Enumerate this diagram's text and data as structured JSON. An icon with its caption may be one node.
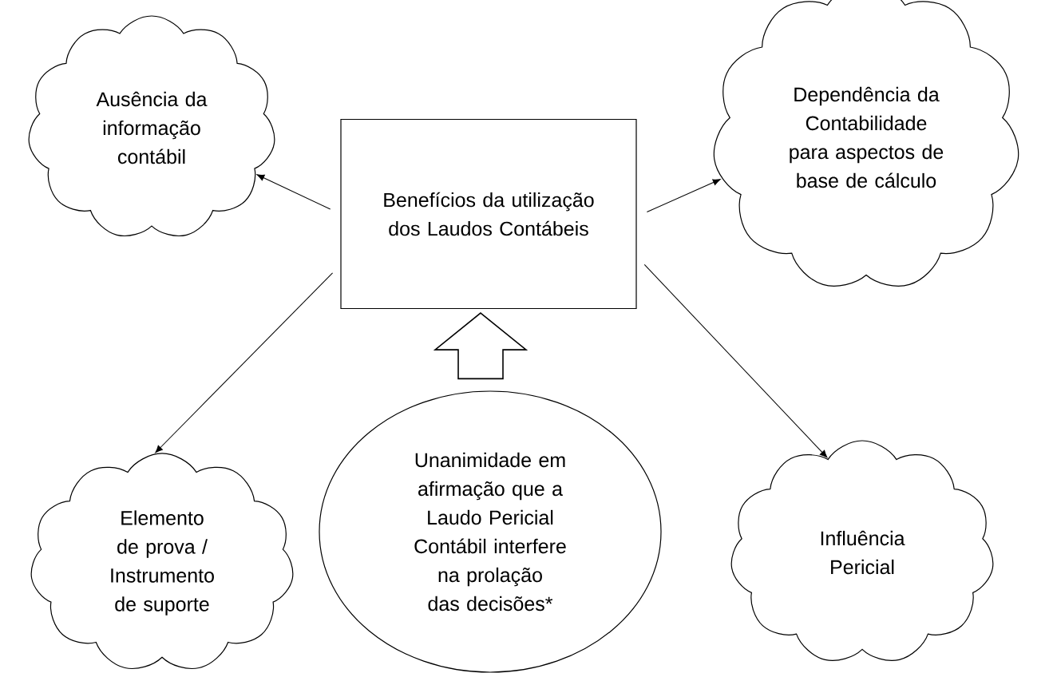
{
  "diagram": {
    "nodes": [
      {
        "text": [
          "Ausência da informação contábil"
        ]
      },
      {
        "text": [
          "Dependência da Contabilidade para aspectos de base de cálculo"
        ]
      },
      {
        "text": [
          "Benefícios da utilização dos Laudos Contábeis"
        ]
      },
      {
        "text": [
          "Elemento de prova / Instrumento de suporte"
        ]
      },
      {
        "text": [
          "Unanimidade em afirmação que a Laudo Pericial Contábil interfere na prolação das decisões*"
        ]
      },
      {
        "text": [
          "Influência Pericial"
        ]
      }
    ],
    "edges": [
      {
        "from": 2,
        "to": 0,
        "arrow": "to"
      },
      {
        "from": 2,
        "to": 1,
        "arrow": "to"
      },
      {
        "from": 2,
        "to": 3,
        "arrow": "to"
      },
      {
        "from": 2,
        "to": 5,
        "arrow": "to"
      },
      {
        "from": 4,
        "to": 2,
        "arrow": "to",
        "style": "thick"
      }
    ]
  }
}
